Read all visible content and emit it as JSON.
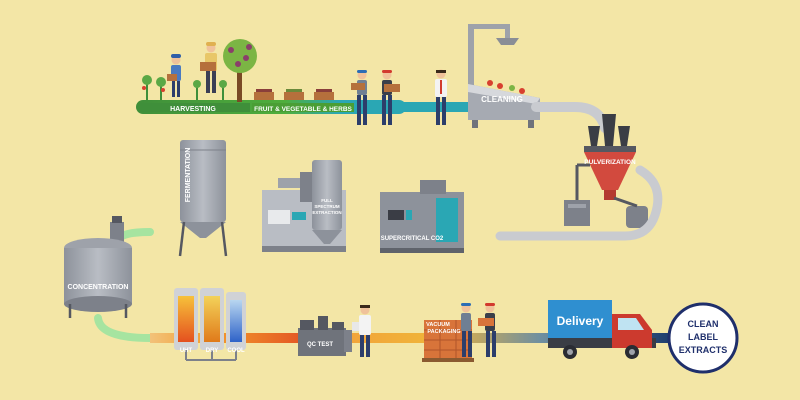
{
  "stages": {
    "harvesting": "HARVESTING",
    "fruit_veg_herbs": "FRUIT & VEGETABLE & HERBS",
    "cleaning": "CLEANING",
    "pulverization": "PULVERIZATION",
    "fermentation": "FERMENTATION",
    "full_spectrum_line1": "FULL",
    "full_spectrum_line2": "SPECTRUM",
    "full_spectrum_line3": "EXTRACTION",
    "supercritical": "SUPERCRITICAL CO2",
    "concentration": "CONCENTRATION",
    "uht": "UHT",
    "dry": "DRY",
    "cool": "COOL",
    "qc_test": "QC TEST",
    "vacuum_line1": "VACUUM",
    "vacuum_line2": "PACKAGING",
    "delivery": "Delivery"
  },
  "final": {
    "line1": "CLEAN",
    "line2": "LABEL",
    "line3": "EXTRACTS"
  },
  "colors": {
    "background": "#f3e6a6",
    "grass": "#3f8f3a",
    "pipe_teal": "#2aa7b4",
    "pipe_grey": "#c9cbd0",
    "pulverizer": "#d24a3e",
    "machine": "#a6aab2",
    "truck_box": "#2f8fd0",
    "truck_cab": "#cc3a2e",
    "circle_border": "#1f2f6b"
  }
}
